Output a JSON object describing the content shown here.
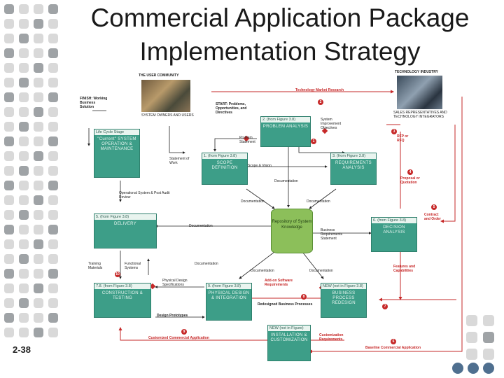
{
  "slide": {
    "title_line1": "Commercial Application Package",
    "title_line2": "Implementation Strategy",
    "slide_number": "2-38"
  },
  "diagram": {
    "user_community": "THE USER COMMUNITY",
    "system_owners": "SYSTEM OWNERS AND USERS",
    "technology_industry": "TECHNOLOGY INDUSTRY",
    "sales_reps": "SALES REPRESENTATIVES AND TECHNOLOGY INTEGRATORS",
    "finish": "FINISH: Working Business Solution",
    "start": "START: Problems, Opportunities, and Directives",
    "lifecycle_stage": "Life Cycle Stage",
    "current_operation": "\"Current\" SYSTEM OPERATION & MAINTENANCE",
    "problem_analysis_hdr": "2. (from Figure 3.8)",
    "problem_analysis": "PROBLEM ANALYSIS",
    "scope_hdr": "1. (from Figure 3.8)",
    "scope": "SCOPE DEFINITION",
    "req_hdr": "3. (from Figure 3.8)",
    "req": "REQUIREMENTS ANALYSIS",
    "delivery_hdr": "5. (from Figure 3.8)",
    "delivery": "DELIVERY",
    "decision_hdr": "6. (from Figure 3.8)",
    "decision": "DECISION ANALYSIS",
    "construction_hdr": "7.8. (from Figure 3.8)",
    "construction": "CONSTRUCTION & TESTING",
    "physical_hdr": "9. (from Figure 3.8)",
    "physical": "PHYSICAL DESIGN & INTEGRATION",
    "bpr_hdr": "NEW (not in Figure 3.8)",
    "bpr": "BUSINESS PROCESS REDESIGN",
    "install_hdr": "NEW (not in Figure)",
    "install": "INSTALLATION & CUSTOMIZATION",
    "repository": "Repository of System Knowledge",
    "labels": {
      "tech_market_research": "Technology Market Research",
      "system_improvement": "System Improvement Objectives",
      "problem_statement": "Problem Statement",
      "statement_of_work": "Statement of Work",
      "scope_vision": "Scope & Vision",
      "documentation": "Documentation",
      "business_req_statement": "Business Requirements Statement",
      "rfp_rfq": "RFP or RFQ",
      "proposal": "Proposal or Quotation",
      "contract": "Contract and Order",
      "features": "Features and Capabilities",
      "op_system": "Operational System & Post Audit Review",
      "training": "Training Materials",
      "functional": "Functional Systems",
      "physical_design_spec": "Physical Design Specifications",
      "add_on": "Add-on Software Requirements",
      "redesigned": "Redesigned Business Processes",
      "design_prototypes": "Design Prototypes",
      "customization_req": "Customization Requirements",
      "customized_app": "Customized Commercial Application",
      "baseline_app": "Baseline Commercial Application"
    }
  }
}
